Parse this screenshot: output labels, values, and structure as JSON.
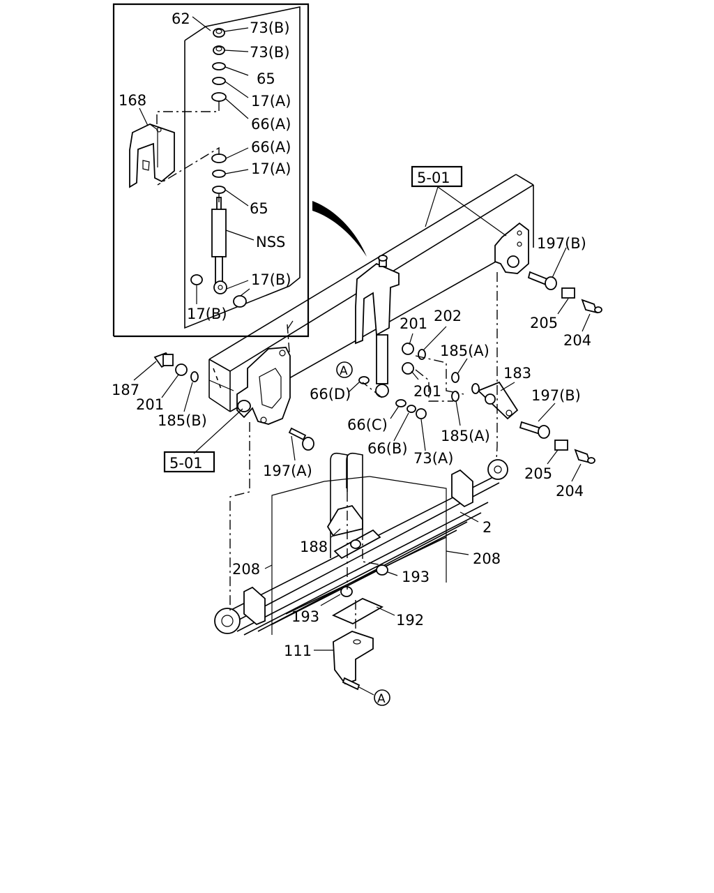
{
  "inset": {
    "labels": {
      "p62": "62",
      "p73b_1": "73(B)",
      "p73b_2": "73(B)",
      "p65_1": "65",
      "p17a_1": "17(A)",
      "p168": "168",
      "p66a_1": "66(A)",
      "p66a_2": "66(A)",
      "p17a_2": "17(A)",
      "p65_2": "65",
      "nss": "NSS",
      "p17b_1": "17(B)",
      "p17b_2": "17(B)"
    }
  },
  "main": {
    "labels": {
      "ref501_top": "5-01",
      "p197b_1": "197(B)",
      "p205_1": "205",
      "p204_1": "204",
      "p201_1": "201",
      "p202": "202",
      "p185a_1": "185(A)",
      "p183": "183",
      "p201_2": "201",
      "p197b_2": "197(B)",
      "p185a_2": "185(A)",
      "p205_2": "205",
      "p204_2": "204",
      "p66d": "66(D)",
      "p66c": "66(C)",
      "p66b": "66(B)",
      "p73a": "73(A)",
      "p187": "187",
      "p201_3": "201",
      "p185b": "185(B)",
      "ref501_bot": "5-01",
      "p197a": "197(A)",
      "p2": "2",
      "p188": "188",
      "p208_1": "208",
      "p208_2": "208",
      "p193_1": "193",
      "p193_2": "193",
      "p192": "192",
      "p111": "111",
      "circle_a1": "A",
      "circle_a2": "A"
    }
  }
}
